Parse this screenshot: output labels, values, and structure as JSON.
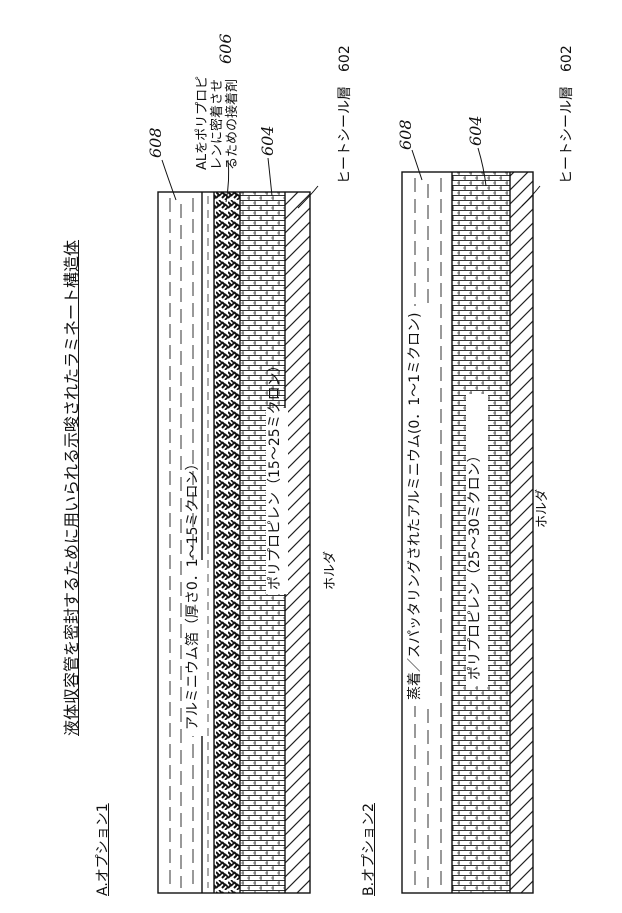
{
  "diagram": {
    "title": "液体収容管を密封するために用いられる示唆されたラミネート構造体",
    "option_a": {
      "heading": "A.オプション1",
      "layers": {
        "aluminum": "アルミニウム箔（厚さ0．1〜15ミクロン）",
        "polypropylene": "ポリプロピレン（15〜25ミクロン）"
      },
      "holder": "ホルダ",
      "adhesive_label_1": "ALをポリプロピ",
      "adhesive_label_2": "レンに密着させ",
      "adhesive_label_3": "るための接着剤",
      "adhesive_ref": "606",
      "ref_608": "608",
      "ref_604": "604",
      "heat_seal": "ヒートシール層　602"
    },
    "option_b": {
      "heading": "B.オプション2",
      "layers": {
        "aluminum": "蒸着／スパッタリングされたアルミニウム(0．1〜1ミクロン)",
        "polypropylene": "ポリプロピレン（25〜30ミクロン）"
      },
      "holder": "ホルダ",
      "ref_608": "608",
      "ref_604": "604",
      "heat_seal": "ヒートシール層　602"
    }
  }
}
